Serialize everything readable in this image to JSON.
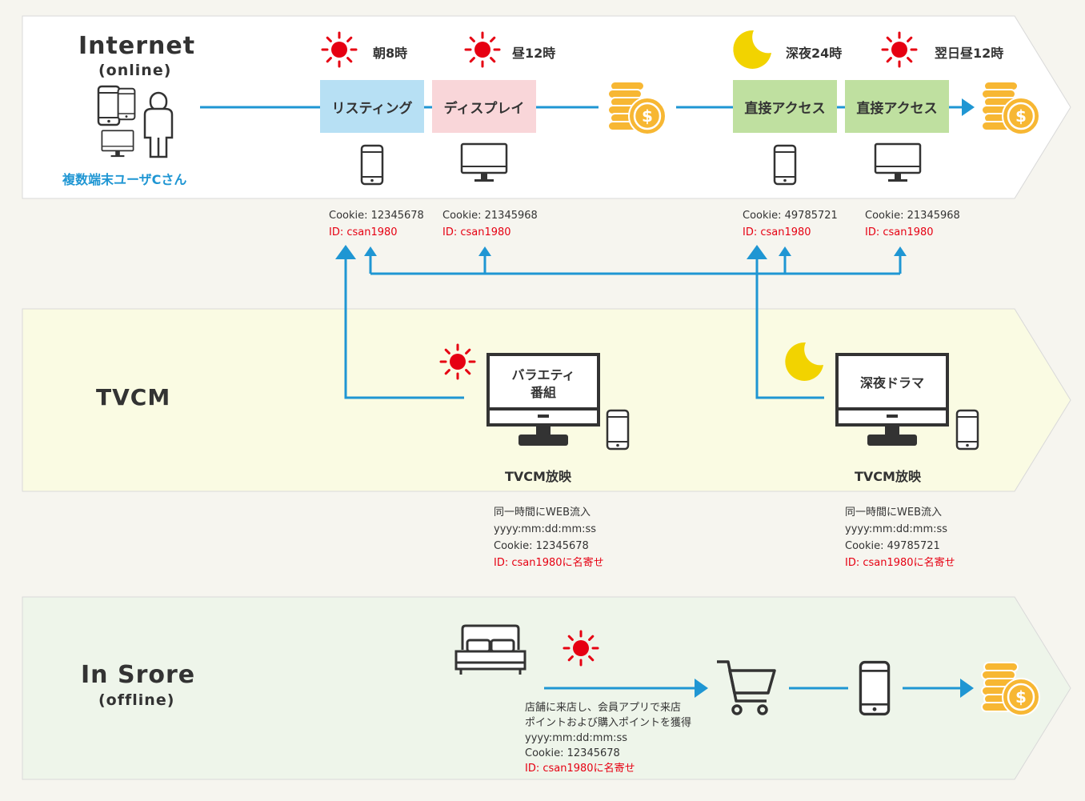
{
  "colors": {
    "flow_line": "#1f96d3",
    "sun": "#e60012",
    "moon": "#f2d300",
    "coin": "#f7b733",
    "listing_box": "#b7e0f4",
    "display_box": "#f9d6d9",
    "direct_box": "#bfe0a0",
    "internet_band": "#ffffff",
    "tvcm_band": "#fafbe3",
    "store_band": "#eef5ea",
    "highlight_text": "#e60012",
    "user_text": "#1f96d3"
  },
  "internet": {
    "title": "Internet",
    "subtitle": "(online)",
    "user_label": "複数端末ユーザCさん",
    "user_icons": [
      "smartphone-icon",
      "smartphone-icon",
      "desktop-icon",
      "person-icon"
    ],
    "steps": [
      {
        "time": "朝8時",
        "time_icon": "sun-icon",
        "label": "リスティング",
        "device_icon": "smartphone-icon",
        "cookie": "Cookie: 12345678",
        "id": "ID: csan1980"
      },
      {
        "time": "昼12時",
        "time_icon": "sun-icon",
        "label": "ディスプレイ",
        "device_icon": "desktop-icon",
        "cookie": "Cookie: 21345968",
        "id": "ID: csan1980"
      },
      {
        "time": "深夜24時",
        "time_icon": "moon-icon",
        "label": "直接アクセス",
        "device_icon": "smartphone-icon",
        "cookie": "Cookie: 49785721",
        "id": "ID: csan1980"
      },
      {
        "time": "翌日昼12時",
        "time_icon": "sun-icon",
        "label": "直接アクセス",
        "device_icon": "desktop-icon",
        "cookie": "Cookie: 21345968",
        "id": "ID: csan1980"
      }
    ]
  },
  "tvcm": {
    "title": "TVCM",
    "airings": [
      {
        "program": [
          "バラエティ",
          "番組"
        ],
        "time_icon": "sun-icon",
        "caption": "TVCM放映",
        "note": "同一時間にWEB流入",
        "timestamp": "yyyy:mm:dd:mm:ss",
        "cookie": "Cookie: 12345678",
        "id": "ID: csan1980に名寄せ"
      },
      {
        "program": [
          "深夜ドラマ"
        ],
        "time_icon": "moon-icon",
        "caption": "TVCM放映",
        "note": "同一時間にWEB流入",
        "timestamp": "yyyy:mm:dd:mm:ss",
        "cookie": "Cookie: 49785721",
        "id": "ID: csan1980に名寄せ"
      }
    ]
  },
  "store": {
    "title": "In Srore",
    "subtitle": "(offline)",
    "icons": [
      "bed-icon",
      "sun-icon",
      "cart-icon",
      "smartphone-icon",
      "coins-icon"
    ],
    "note_lines": [
      "店舗に来店し、会員アプリで来店",
      "ポイントおよび購入ポイントを獲得",
      "yyyy:mm:dd:mm:ss",
      "Cookie: 12345678"
    ],
    "id": "ID: csan1980に名寄せ"
  }
}
